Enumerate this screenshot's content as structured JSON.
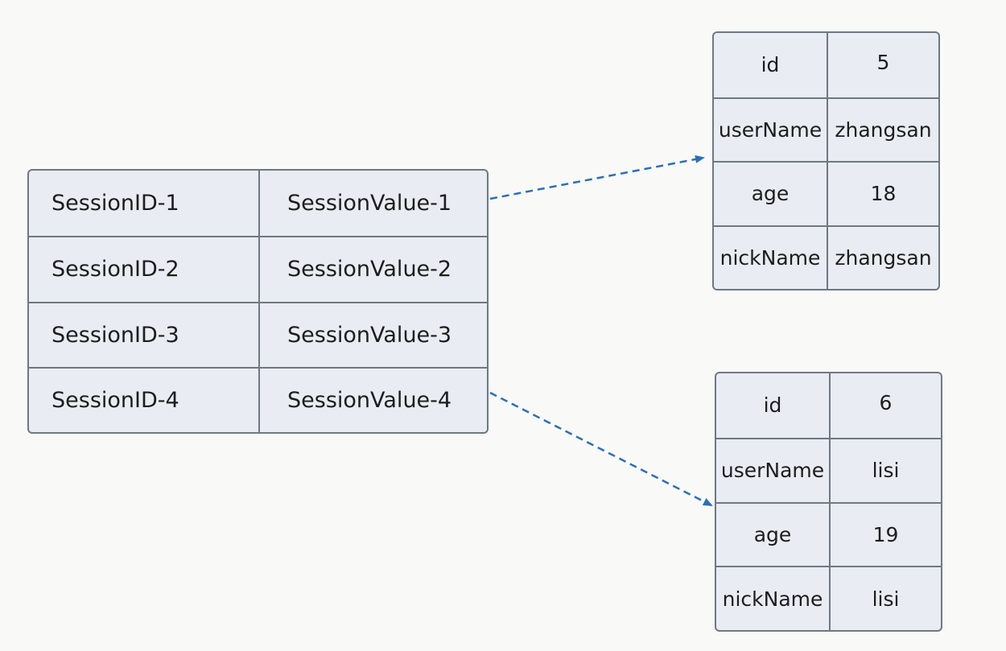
{
  "session_table": {
    "rows": [
      {
        "id": "SessionID-1",
        "value": "SessionValue-1"
      },
      {
        "id": "SessionID-2",
        "value": "SessionValue-2"
      },
      {
        "id": "SessionID-3",
        "value": "SessionValue-3"
      },
      {
        "id": "SessionID-4",
        "value": "SessionValue-4"
      }
    ]
  },
  "user_tables": [
    {
      "rows": [
        {
          "field": "id",
          "value": "5"
        },
        {
          "field": "userName",
          "value": "zhangsan"
        },
        {
          "field": "age",
          "value": "18"
        },
        {
          "field": "nickName",
          "value": "zhangsan"
        }
      ]
    },
    {
      "rows": [
        {
          "field": "id",
          "value": "6"
        },
        {
          "field": "userName",
          "value": "lisi"
        },
        {
          "field": "age",
          "value": "19"
        },
        {
          "field": "nickName",
          "value": "lisi"
        }
      ]
    }
  ],
  "colors": {
    "arrow": "#2a6fb6",
    "table_fill": "#e9ecf2",
    "table_border": "#6f7884"
  }
}
